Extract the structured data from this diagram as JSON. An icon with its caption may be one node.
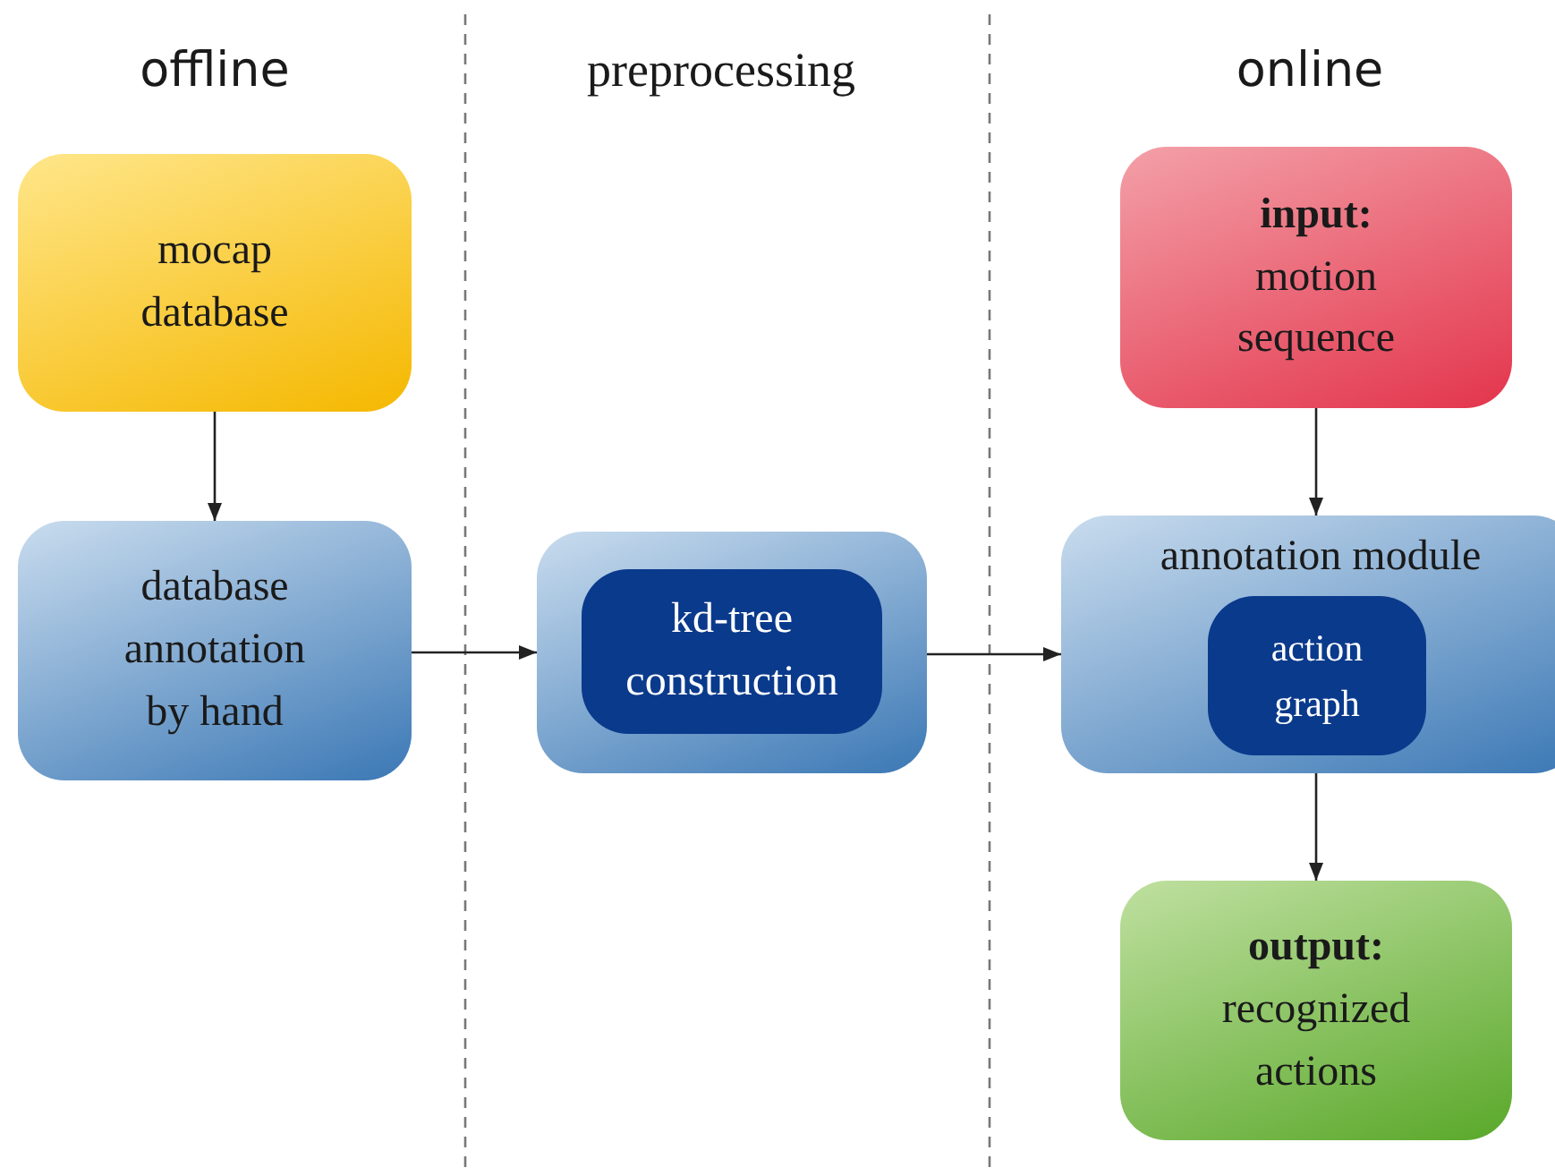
{
  "diagram": {
    "nodes": [
      {
        "text": [
          "mocap database"
        ]
      },
      {
        "text": [
          "database annotation by hand"
        ]
      },
      {
        "text": [],
        "shape": "box"
      },
      {
        "text": [
          "kd-tree construction"
        ],
        "in": 2
      },
      {
        "text": [
          "input:",
          "motion sequence"
        ]
      },
      {
        "text": [
          "annotation module"
        ]
      },
      {
        "text": [
          "action graph"
        ],
        "in": 5
      },
      {
        "text": [
          "output:",
          "recognized actions"
        ]
      }
    ],
    "edges": [
      {
        "from": 0,
        "to": 1,
        "arrow": "to"
      },
      {
        "from": 1,
        "to": 2,
        "arrow": "to"
      },
      {
        "from": 2,
        "to": 5,
        "arrow": "to"
      },
      {
        "from": 4,
        "to": 5,
        "arrow": "to"
      },
      {
        "from": 5,
        "to": 7,
        "arrow": "to"
      }
    ],
    "labels": [
      "offline",
      "preprocessing",
      "online"
    ]
  }
}
